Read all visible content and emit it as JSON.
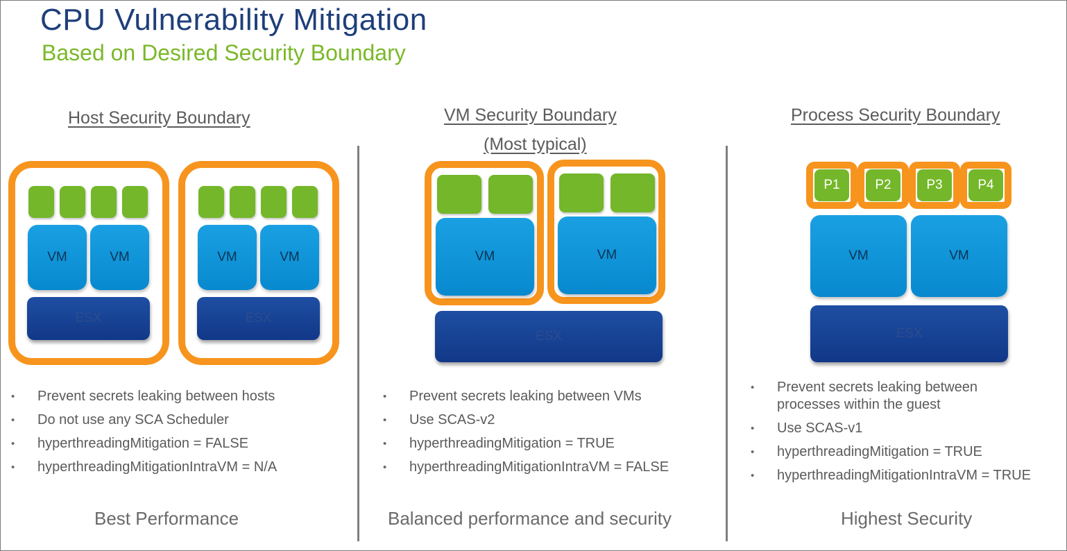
{
  "title": "CPU Vulnerability Mitigation",
  "subtitle": "Based on Desired Security Boundary",
  "labels": {
    "vm": "VM",
    "esx": "ESX"
  },
  "colors": {
    "orange": "#f7941d",
    "green": "#74b72a",
    "vm_blue": "#0d8fd6",
    "esx_navy": "#163f8f",
    "title_blue": "#1f3f7a",
    "subtitle_green": "#7ab829"
  },
  "columns": [
    {
      "heading": "Host Security Boundary",
      "subheading": "",
      "bullets": [
        "Prevent secrets leaking between hosts",
        "Do not use any SCA Scheduler",
        "hyperthreadingMitigation = FALSE",
        "hyperthreadingMitigationIntraVM = N/A"
      ],
      "footer": "Best Performance"
    },
    {
      "heading": "VM Security Boundary",
      "subheading": "(Most typical)",
      "bullets": [
        "Prevent secrets leaking between VMs",
        "Use SCAS-v2",
        "hyperthreadingMitigation = TRUE",
        "hyperthreadingMitigationIntraVM = FALSE"
      ],
      "footer": "Balanced performance and security"
    },
    {
      "heading": "Process Security Boundary",
      "subheading": "",
      "processes": [
        "P1",
        "P2",
        "P3",
        "P4"
      ],
      "bullets": [
        "Prevent secrets leaking between",
        "processes within the guest",
        "Use SCAS-v1",
        "hyperthreadingMitigation = TRUE",
        "hyperthreadingMitigationIntraVM = TRUE"
      ],
      "footer": "Highest Security"
    }
  ]
}
